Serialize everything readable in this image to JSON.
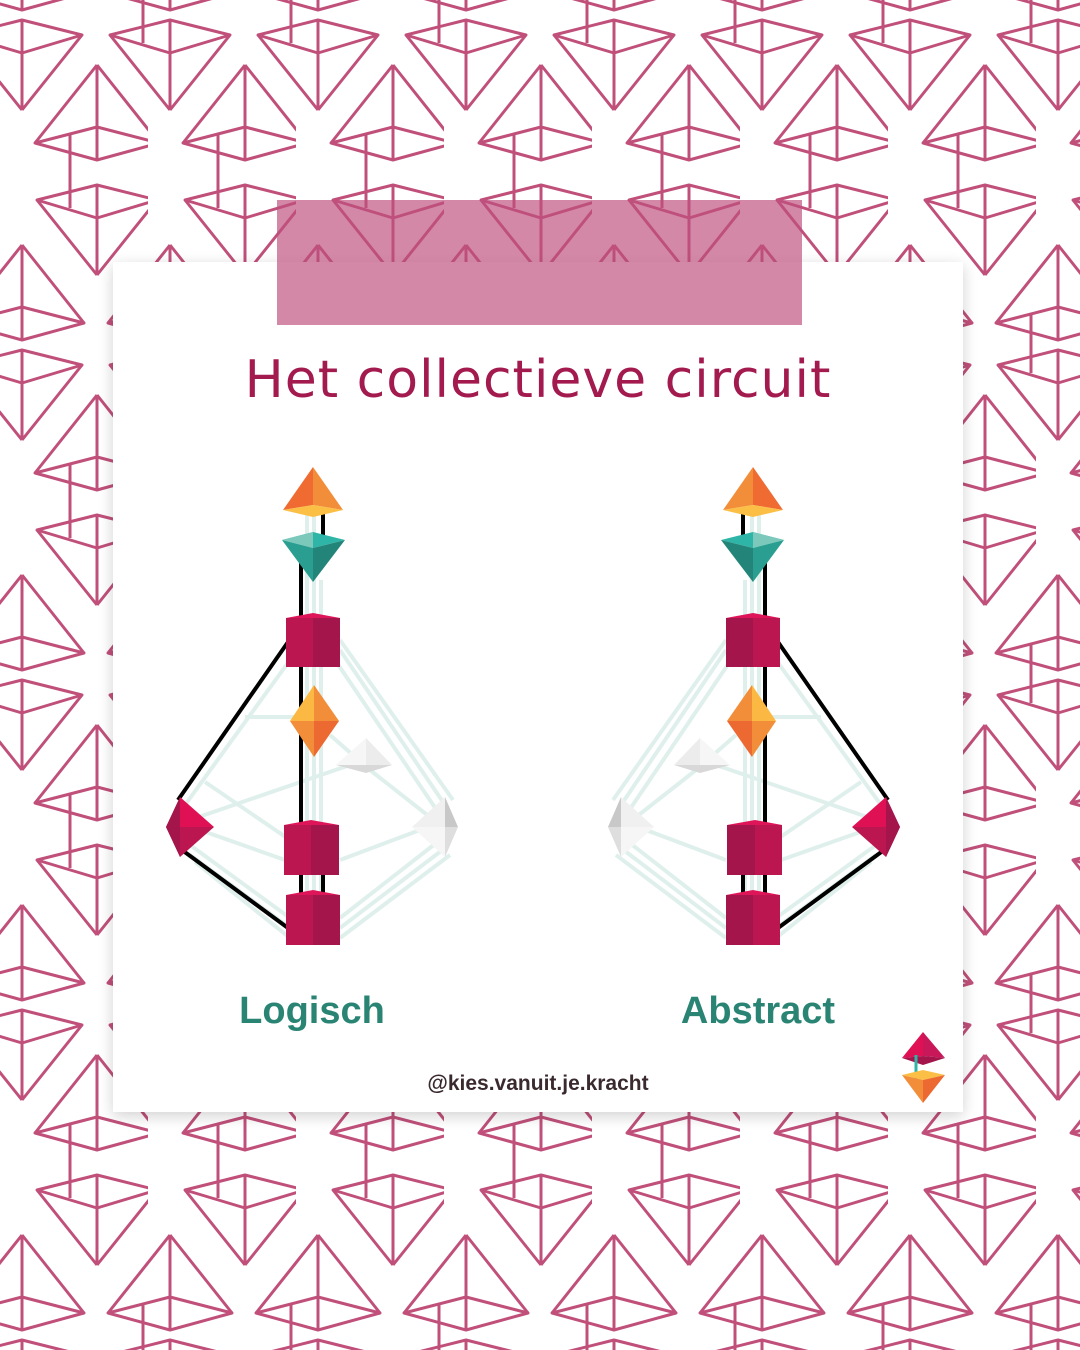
{
  "title": "Het collectieve circuit",
  "diagrams": [
    {
      "label": "Logisch"
    },
    {
      "label": "Abstract"
    }
  ],
  "handle": "@kies.vanuit.je.kracht",
  "colors": {
    "pattern": "#c0507a",
    "title": "#a31a4f",
    "label": "#2a8474",
    "center_red": "#c0184f",
    "center_orange": "#f08a30",
    "center_teal": "#2aa596",
    "channel_inactive": "#dff0ec",
    "channel_active": "#000000"
  }
}
